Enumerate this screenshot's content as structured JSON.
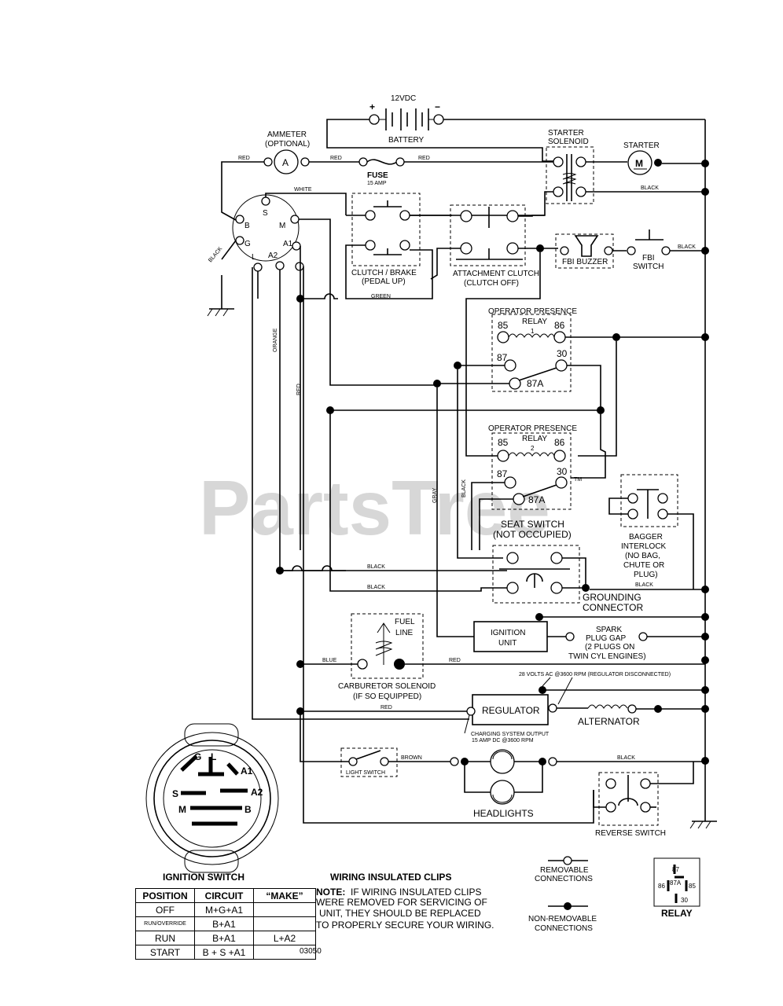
{
  "watermark": "PartsTree",
  "watermark_tm": "TM",
  "battery": {
    "voltage": "12VDC",
    "plus": "+",
    "minus": "−",
    "label": "BATTERY"
  },
  "ammeter": {
    "label": "AMMETER",
    "optional": "(OPTIONAL)",
    "symbol": "A"
  },
  "fuse": {
    "label": "FUSE",
    "rating": "15 AMP"
  },
  "starter_solenoid": {
    "line1": "STARTER",
    "line2": "SOLENOID"
  },
  "starter": {
    "label": "STARTER",
    "symbol": "M"
  },
  "wires": {
    "red": "RED",
    "white": "WHITE",
    "black": "BLACK",
    "green": "GREEN",
    "orange": "ORANGE",
    "gray": "GRAY",
    "blue": "BLUE",
    "brown": "BROWN"
  },
  "ignition_terminals": {
    "s": "S",
    "b": "B",
    "m": "M",
    "g": "G",
    "a1": "A1",
    "l": "L",
    "a2": "A2"
  },
  "clutch_brake": {
    "line1": "CLUTCH / BRAKE",
    "line2": "(PEDAL UP)"
  },
  "attachment_clutch": {
    "line1": "ATTACHMENT CLUTCH",
    "line2": "(CLUTCH OFF)"
  },
  "fbi_buzzer": "FBI BUZZER",
  "fbi_switch": {
    "line1": "FBI",
    "line2": "SWITCH"
  },
  "relay1": {
    "line1": "OPERATOR PRESENCE",
    "line2": "RELAY",
    "num": "1",
    "p85": "85",
    "p86": "86",
    "p87": "87",
    "p30": "30",
    "p87a": "87A"
  },
  "relay2": {
    "line1": "OPERATOR PRESENCE",
    "line2": "RELAY",
    "num": "2",
    "p85": "85",
    "p86": "86",
    "p87": "87",
    "p30": "30",
    "p87a": "87A"
  },
  "seat_switch": {
    "line1": "SEAT SWITCH",
    "line2": "(NOT OCCUPIED)"
  },
  "bagger": {
    "line1": "BAGGER",
    "line2": "INTERLOCK",
    "line3": "(NO BAG,",
    "line4": "CHUTE OR",
    "line5": "PLUG)"
  },
  "grounding": {
    "line1": "GROUNDING",
    "line2": "CONNECTOR"
  },
  "fuel_line": {
    "line1": "FUEL",
    "line2": "LINE"
  },
  "ignition_unit": {
    "line1": "IGNITION",
    "line2": "UNIT"
  },
  "spark": {
    "line1": "SPARK",
    "line2": "PLUG GAP",
    "line3": "(2 PLUGS ON",
    "line4": "TWIN CYL ENGINES)"
  },
  "carb": {
    "line1": "CARBURETOR SOLENOID",
    "line2": "(IF SO EQUIPPED)"
  },
  "regulator": {
    "label": "REGULATOR",
    "ac_note": "28 VOLTS AC @3600 RPM (REGULATOR DISCONNECTED)",
    "out1": "CHARGING SYSTEM OUTPUT",
    "out2": "15 AMP DC @3600 RPM"
  },
  "alternator": "ALTERNATOR",
  "light_switch": "LIGHT SWITCH",
  "headlights": "HEADLIGHTS",
  "reverse_switch": "REVERSE SWITCH",
  "ign_switch_title": "IGNITION SWITCH",
  "ign_face": {
    "g": "G",
    "l": "L",
    "a1": "A1",
    "a2": "A2",
    "s": "S",
    "m": "M",
    "b": "B"
  },
  "table": {
    "headers": [
      "POSITION",
      "CIRCUIT",
      "“MAKE”"
    ],
    "rows": [
      {
        "pos": "OFF",
        "circuit": "M+G+A1",
        "make": ""
      },
      {
        "pos": "RUN/OVERRIDE",
        "circuit": "B+A1",
        "make": ""
      },
      {
        "pos": "RUN",
        "circuit": "B+A1",
        "make": "L+A2"
      },
      {
        "pos": "START",
        "circuit": "B + S +A1",
        "make": ""
      }
    ]
  },
  "clips": {
    "title": "WIRING INSULATED CLIPS",
    "note_label": "NOTE:",
    "line1": "IF WIRING INSULATED CLIPS",
    "line2": "WERE REMOVED FOR SERVICING OF",
    "line3": "UNIT, THEY SHOULD BE REPLACED",
    "line4": "TO PROPERLY SECURE YOUR WIRING."
  },
  "legend": {
    "removable1": "REMOVABLE",
    "removable2": "CONNECTIONS",
    "nonremovable1": "NON-REMOVABLE",
    "nonremovable2": "CONNECTIONS"
  },
  "relay_legend": {
    "title": "RELAY",
    "p87": "87",
    "p87a": "87A",
    "p86": "86",
    "p85": "85",
    "p30": "30"
  },
  "diagram_number": "03050"
}
